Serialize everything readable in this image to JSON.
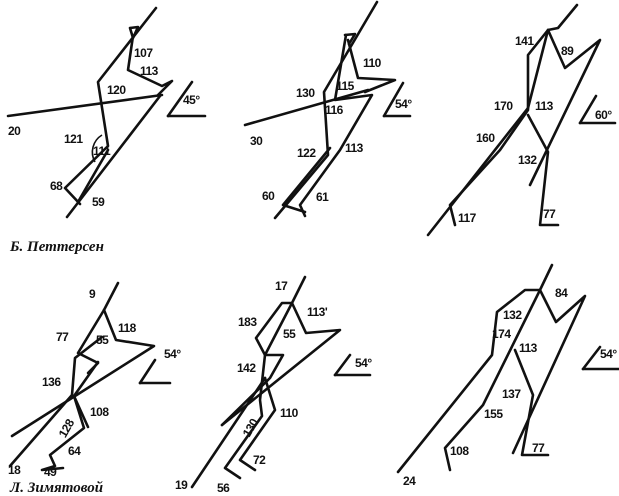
{
  "captions": {
    "top": "Б. Петтерсен",
    "bottom": "Л. Зимятовой"
  },
  "figures": [
    {
      "flight_angle": "45°",
      "labels": [
        "107",
        "113",
        "120",
        "121",
        "111",
        "68",
        "59",
        "20"
      ]
    },
    {
      "flight_angle": "54°",
      "labels": [
        "110",
        "130",
        "115",
        "116",
        "122",
        "113",
        "60",
        "61",
        "30"
      ]
    },
    {
      "flight_angle": "60°",
      "labels": [
        "141",
        "89",
        "170",
        "113",
        "160",
        "132",
        "117",
        "77"
      ]
    },
    {
      "flight_angle": "54°",
      "labels": [
        "9",
        "77",
        "55",
        "118",
        "136",
        "108",
        "128",
        "64",
        "49",
        "18"
      ]
    },
    {
      "flight_angle": "54°",
      "labels": [
        "17",
        "183",
        "113'",
        "55",
        "142",
        "130",
        "110",
        "72",
        "56",
        "19"
      ]
    },
    {
      "flight_angle": "54°",
      "labels": [
        "84",
        "132",
        "174",
        "113",
        "137",
        "155",
        "108",
        "77",
        "24"
      ]
    }
  ]
}
